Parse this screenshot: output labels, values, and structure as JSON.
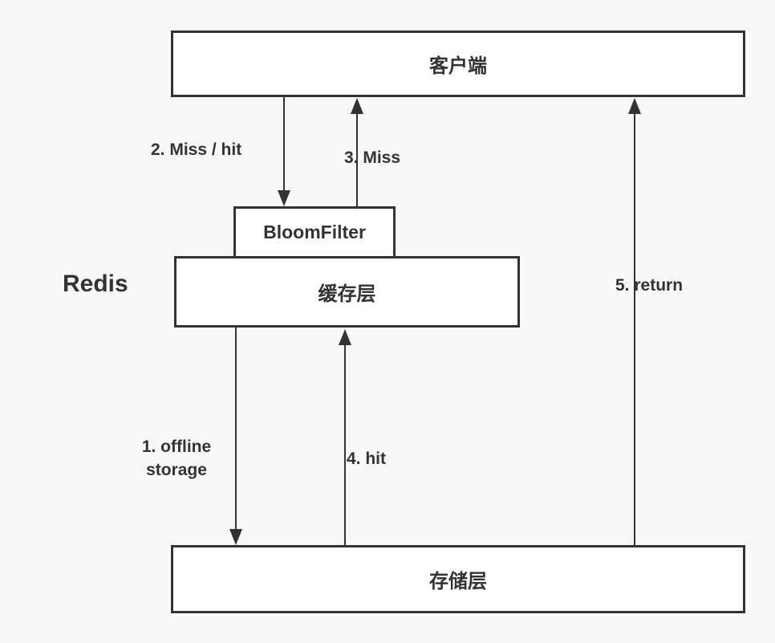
{
  "diagram": {
    "nodes": {
      "client": "客户端",
      "bloom_filter": "BloomFilter",
      "cache": "缓存层",
      "storage": "存储层"
    },
    "side_label": "Redis",
    "edge_labels": {
      "step1_line1": "1. offline",
      "step1_line2": "storage",
      "step2": "2. Miss / hit",
      "step3": "3. Miss",
      "step4": "4. hit",
      "step5": "5. return"
    },
    "colors": {
      "background": "#f8f8f8",
      "box_fill": "#ffffff",
      "line": "#333333",
      "text": "#333333"
    }
  }
}
